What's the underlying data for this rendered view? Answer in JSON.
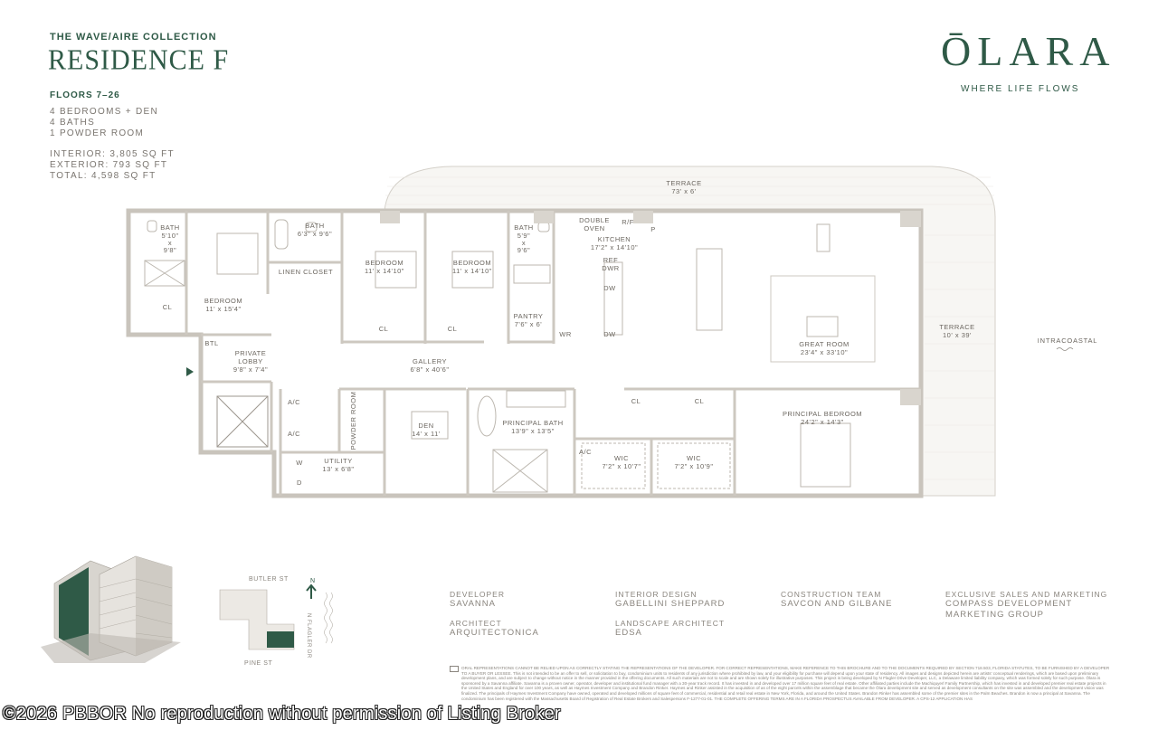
{
  "header": {
    "collection": "THE WAVE/AIRE COLLECTION",
    "residence": "RESIDENCE F",
    "floors": "FLOORS 7–26",
    "specs": [
      "4 BEDROOMS + DEN",
      "4 BATHS",
      "1 POWDER ROOM"
    ],
    "areas": [
      "INTERIOR: 3,805 SQ FT",
      "EXTERIOR: 793 SQ FT",
      "TOTAL: 4,598 SQ FT"
    ]
  },
  "brand": {
    "logo": "ŌLARA",
    "tagline": "WHERE LIFE FLOWS"
  },
  "plan": {
    "terrace_top": {
      "name": "TERRACE",
      "dim": "73' x 6'"
    },
    "terrace_right": {
      "name": "TERRACE",
      "dim": "10' x 39'"
    },
    "intracoastal": "INTRACOASTAL",
    "rooms": {
      "bath1": {
        "name": "BATH",
        "dim1": "5'10\"",
        "dim2": "x",
        "dim3": "9'8\""
      },
      "bath2": {
        "name": "BATH",
        "dim": "6'3\" x 9'6\""
      },
      "bath3": {
        "name": "BATH",
        "dim1": "5'9\"",
        "dim2": "x",
        "dim3": "9'6\""
      },
      "bedroom1": {
        "name": "BEDROOM",
        "dim": "11' x 15'4\""
      },
      "bedroom2": {
        "name": "BEDROOM",
        "dim": "11' x 14'10\""
      },
      "bedroom3": {
        "name": "BEDROOM",
        "dim": "11' x 14'10\""
      },
      "linen": "LINEN CLOSET",
      "kitchen": {
        "name": "KITCHEN",
        "dim": "17'2\" x 14'10\""
      },
      "double_oven": {
        "l1": "DOUBLE",
        "l2": "OVEN"
      },
      "rf": "R/F",
      "p": "P",
      "ref_dwr": {
        "l1": "REF",
        "l2": "DWR"
      },
      "dw1": "DW",
      "dw2": "DW",
      "pantry": {
        "name": "PANTRY",
        "dim": "7'6\" x 6'"
      },
      "wr": "WR",
      "great_room": {
        "name": "GREAT ROOM",
        "dim": "23'4\" x 33'10\""
      },
      "private_lobby": {
        "name": "PRIVATE",
        "name2": "LOBBY",
        "dim": "9'8\" x 7'4\""
      },
      "btl": "BTL",
      "gallery": {
        "name": "GALLERY",
        "dim": "6'8\" x 40'6\""
      },
      "ac1": "A/C",
      "ac2": "A/C",
      "ac3": "A/C",
      "powder": "POWDER ROOM",
      "den": {
        "name": "DEN",
        "dim": "14' x 11'"
      },
      "principal_bath": {
        "name": "PRINCIPAL BATH",
        "dim": "13'9\" x 13'5\""
      },
      "wic1": {
        "name": "WIC",
        "dim": "7'2\" x 10'7\""
      },
      "wic2": {
        "name": "WIC",
        "dim": "7'2\" x 10'9\""
      },
      "principal_bedroom": {
        "name": "PRINCIPAL BEDROOM",
        "dim": "24'2\" x 14'3\""
      },
      "utility": {
        "name": "UTILITY",
        "dim": "13' x 6'8\""
      },
      "w": "W",
      "d": "D",
      "cl_labels": [
        "CL",
        "CL",
        "CL",
        "CL",
        "CL"
      ]
    }
  },
  "site": {
    "butler": "BUTLER ST",
    "pine": "PINE ST",
    "flagler": "N FLAGLER DR",
    "north": "N"
  },
  "credits": [
    {
      "heading": "DEVELOPER",
      "value": [
        "SAVANNA"
      ]
    },
    {
      "heading": "INTERIOR DESIGN",
      "value": [
        "GABELLINI SHEPPARD"
      ]
    },
    {
      "heading": "CONSTRUCTION TEAM",
      "value": [
        "SAVCON AND GILBANE"
      ]
    },
    {
      "heading": "EXCLUSIVE SALES AND MARKETING",
      "value": [
        "COMPASS DEVELOPMENT",
        "MARKETING GROUP"
      ]
    },
    {
      "heading": "ARCHITECT",
      "value": [
        "ARQUITECTONICA"
      ]
    },
    {
      "heading": "LANDSCAPE ARCHITECT",
      "value": [
        "EDSA"
      ]
    }
  ],
  "legal": "ORAL REPRESENTATIONS CANNOT BE RELIED UPON AS CORRECTLY STATING THE REPRESENTATIONS OF THE DEVELOPER. FOR CORRECT REPRESENTATIONS, MAKE REFERENCE TO THIS BROCHURE AND TO THE DOCUMENTS REQUIRED BY SECTION 718.503, FLORIDA STATUTES, TO BE FURNISHED BY A DEVELOPER TO A BUYER OR LESSEE. This is not intended to be an offer to sell, or solicitation to buy, condominium units to residents of any jurisdiction where prohibited by law, and your eligibility for purchase will depend upon your state of residency. All images and designs depicted herein are artists' conceptual renderings, which are based upon preliminary development plans, and are subject to change without notice in the manner provided in the offering documents. All such materials are not to scale and are shown solely for illustrative purposes. This project is being developed by N Flagler Drive Developer, LLC, a Delaware limited liability company, which was formed solely for such purpose. Ōlara is sponsored by a Savanna affiliate. Savanna is a proven owner, operator, developer and institutional fund manager with a 30-year track record. It has invested in and developed over 17 million square feet of real estate. Other affiliated parties include the Machiquyerl Family Partnership, which has invested in and developed premier real estate projects in the United States and England for over 100 years, as well as Haymes Investment Company and Brandon Rinker. Haymes and Rinker assisted in the acquisition of as of the eight parcels within the assemblage that became the Ōlara development site and served as development consultants on the site was assembled and the development vision was finalized. The principals of Haymes Investment Company have owned, operated and developed millions of square feet of commercial, residential and retail real estate in New York, Florida, and around the United States. Brandon Rinker has assembled some of the premier sites in the Palm Beaches. Brandon is now a principal at Savanna. The condominium has been registered with the Massachusetts Board of Registration of Real Estate Brokers and Salespersons F-1277-01-01. THE COMPLETE OFFERING TERMS ARE IN A FLORIDA PROSPECTUS AVAILABLE FROM DEVELOPER. A CPS-12 APPLICATION HAS",
  "watermark": "©2026 PBBOR No reproduction without permission of Listing Broker",
  "colors": {
    "accent": "#2f5a47",
    "wall": "#c9c4bc",
    "text": "#6f6a64"
  }
}
